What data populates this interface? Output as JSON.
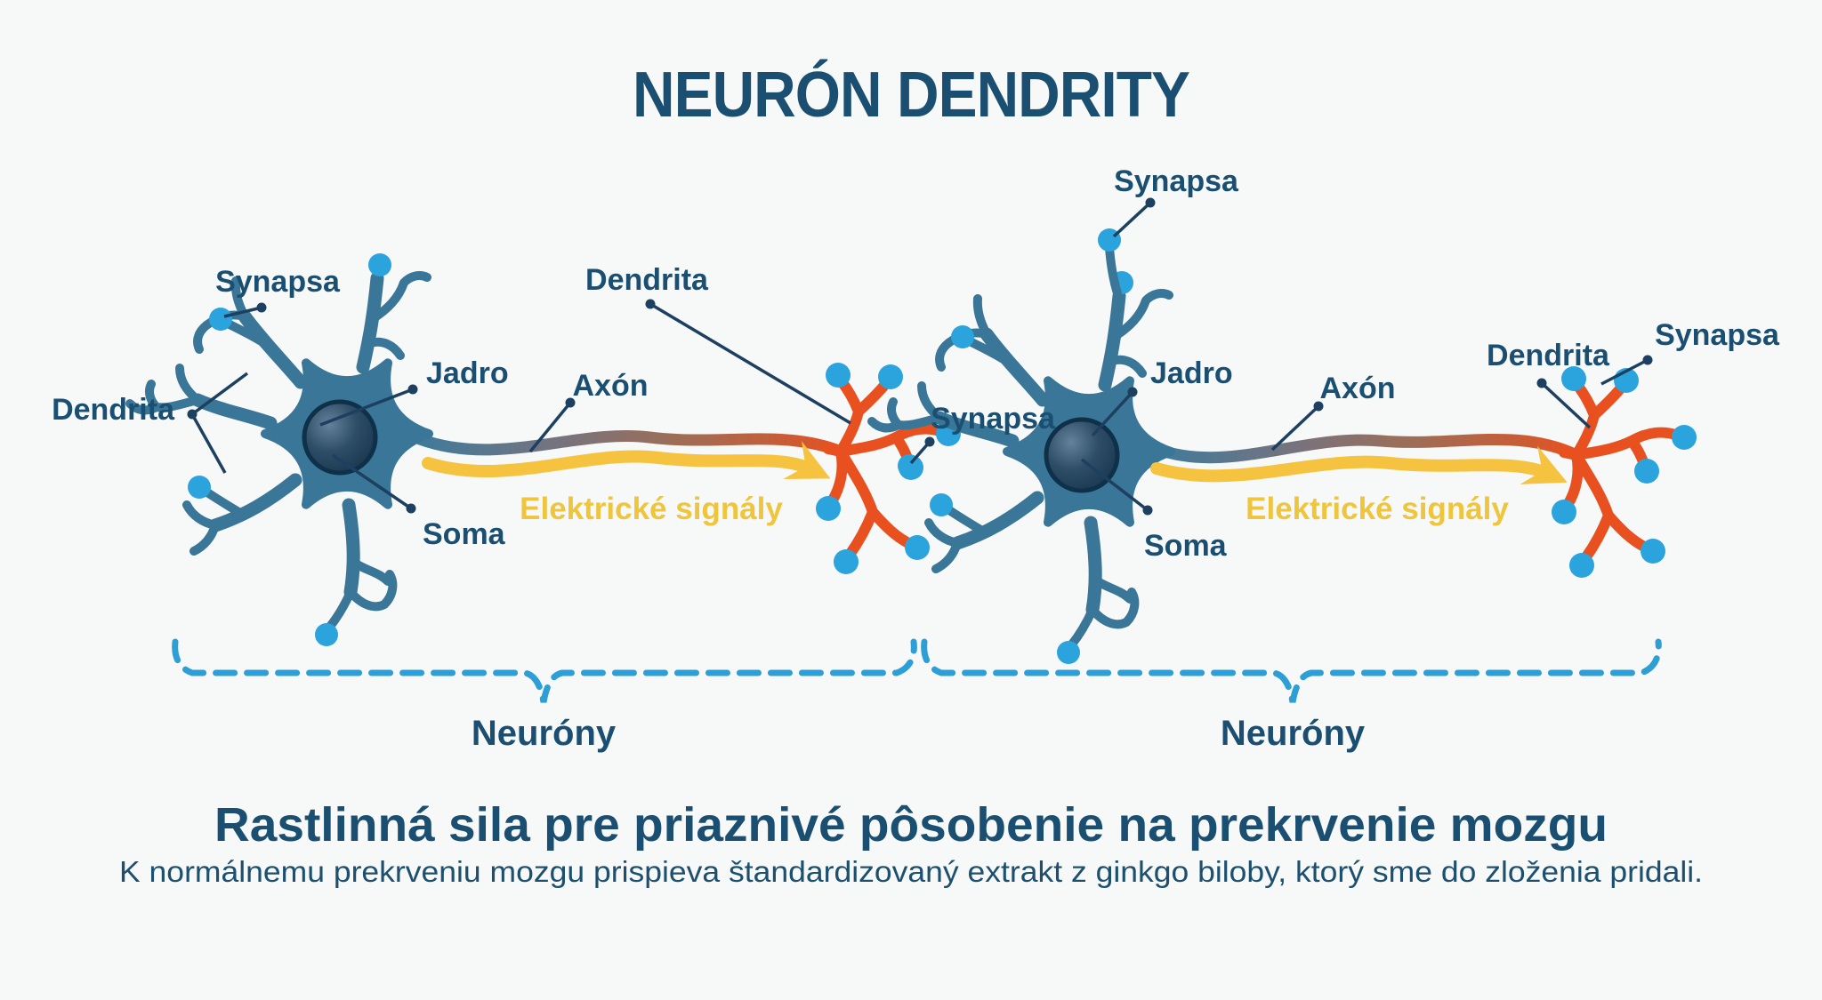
{
  "title": "NEURÓN DENDRITY",
  "colors": {
    "bg": "#F7F8F8",
    "text-navy": "#1B4F72",
    "cell-teal": "#3A7697",
    "nucleus-dark": "#16374F",
    "synapse-blue": "#2BA3DD",
    "terminal-orange": "#E8511F",
    "signal-yellow": "#F5C340",
    "signal-text-yellow": "#EFC53D",
    "brace-blue": "#2E9FD6",
    "leader-navy": "#1D4060"
  },
  "diagram": {
    "neuron1": {
      "synapsa_label": "Synapsa",
      "dendrita_left_label": "Dendrita",
      "jadro_label": "Jadro",
      "axon_label": "Axón",
      "soma_label": "Soma",
      "dendrita_top_label": "Dendrita",
      "signal_label": "Elektrické signály"
    },
    "neuron2": {
      "synapsa_top_label": "Synapsa",
      "synapsa_left_label": "Synapsa",
      "jadro_label": "Jadro",
      "axon_label": "Axón",
      "soma_label": "Soma",
      "dendrita_label": "Dendrita",
      "synapsa_right_label": "Synapsa",
      "signal_label": "Elektrické signály"
    },
    "groups": {
      "left": "Neuróny",
      "right": "Neuróny"
    }
  },
  "footer": {
    "heading": "Rastlinná sila pre priaznivé pôsobenie na prekrvenie mozgu",
    "subtext": "K normálnemu prekrveniu mozgu prispieva štandardizovaný extrakt z ginkgo biloby, ktorý sme do zloženia pridali."
  }
}
